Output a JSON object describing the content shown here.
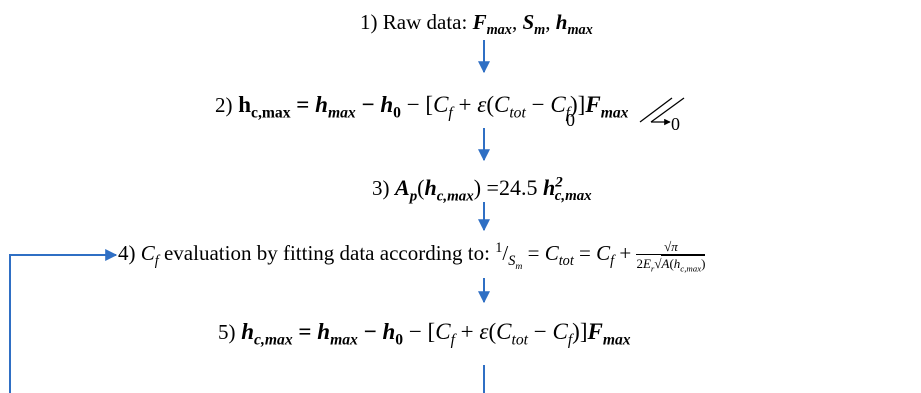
{
  "colors": {
    "arrow": "#2f6fc4",
    "text": "#000000"
  },
  "steps": [
    {
      "num": "1)",
      "label": "Raw data:",
      "vars": [
        "F",
        "max",
        "S",
        "m",
        "h",
        "max"
      ]
    },
    {
      "num": "2)",
      "lhs": "h",
      "lhs_sub": "c,max",
      "eq": "=",
      "zero": "0"
    },
    {
      "num": "3)",
      "expr_const": "=24.5"
    },
    {
      "num": "4)",
      "text": "evaluation by fitting data according to:"
    },
    {
      "num": "5)",
      "eq": "="
    }
  ]
}
